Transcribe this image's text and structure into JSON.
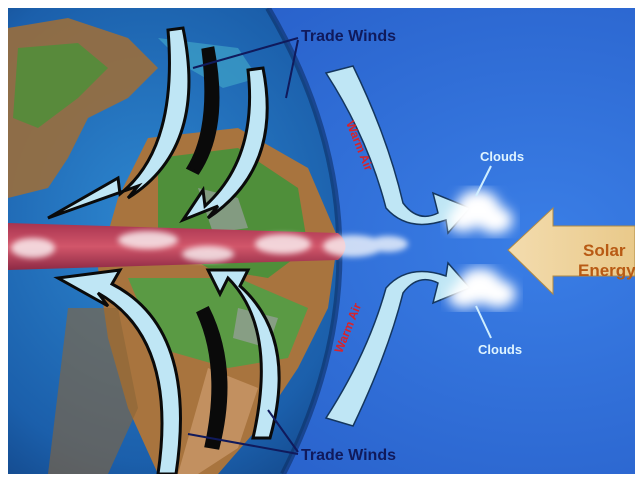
{
  "labels": {
    "trade_winds_top": "Trade Winds",
    "trade_winds_bottom": "Trade Winds",
    "warm_air_top": "Warm Air",
    "warm_air_bottom": "Warm Air",
    "clouds_top": "Clouds",
    "clouds_bottom": "Clouds",
    "solar_line1": "Solar",
    "solar_line2": "Energy"
  },
  "colors": {
    "ocean": "#2f6fd6",
    "earth_ocean": "#1f63b6",
    "land_green": "#4f8f3a",
    "land_brown": "#a8743e",
    "equator_band": "#c0405a",
    "wind_arrow": "#bfe6f5",
    "solar_arrow": "#f1d6a0",
    "label_dark": "#101a5c",
    "warm_air_text": "#d8232a",
    "cloud_text": "#dff4ff"
  }
}
